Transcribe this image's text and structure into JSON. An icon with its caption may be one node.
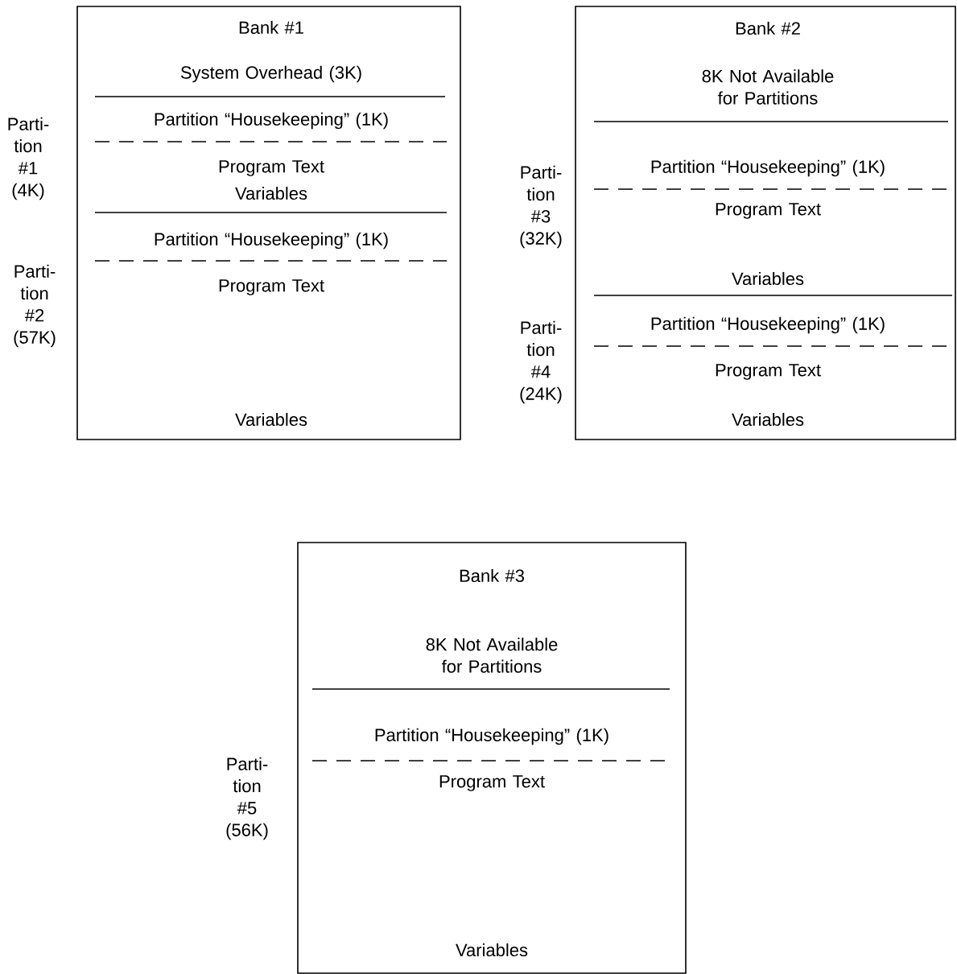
{
  "diagram": {
    "nodes": [
      {
        "text": [
          "Bank #1",
          "System Overhead (3K)",
          "Partition “Housekeeping” (1K)",
          "Program Text",
          "Variables",
          "Partition “Housekeeping” (1K)",
          "Program Text",
          "Variables"
        ]
      },
      {
        "text": [
          "Bank #2",
          "8K Not Available for Partitions",
          "Partition “Housekeeping” (1K)",
          "Program Text",
          "Variables",
          "Partition “Housekeeping” (1K)",
          "Program Text",
          "Variables"
        ]
      },
      {
        "text": [
          "Bank #3",
          "8K Not Available for Partitions",
          "Partition “Housekeeping” (1K)",
          "Program Text",
          "Variables"
        ]
      }
    ],
    "edges": [],
    "labels": [
      "Parti- tion #1 (4K)",
      "Parti- tion #2 (57K)",
      "Parti- tion #3 (32K)",
      "Parti- tion #4 (24K)",
      "Parti- tion #5 (56K)"
    ]
  }
}
